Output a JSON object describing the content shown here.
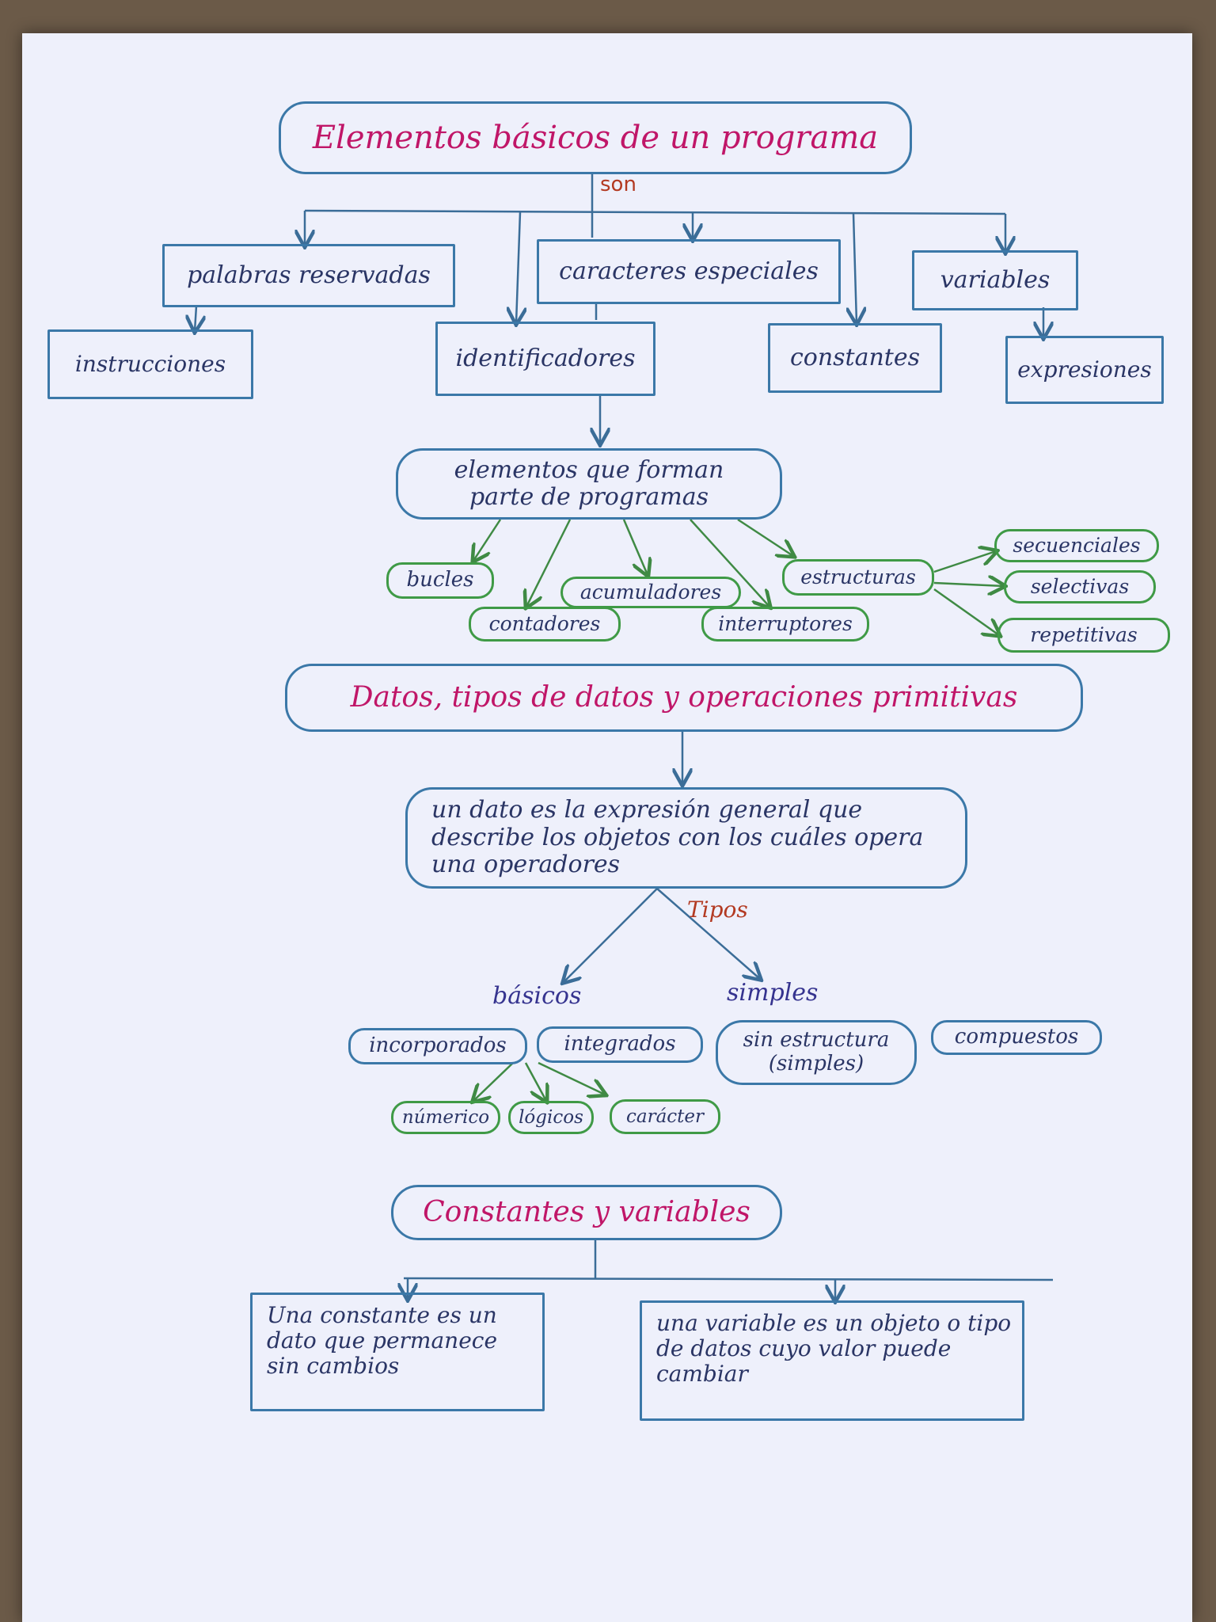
{
  "section1": {
    "title": "Elementos básicos de un programa",
    "link_label": "son",
    "items": {
      "palabras_reservadas": "palabras reservadas",
      "caracteres_especiales": "caracteres especiales",
      "variables": "variables",
      "instrucciones": "instrucciones",
      "identificadores": "identificadores",
      "constantes": "constantes",
      "expresiones": "expresiones"
    },
    "elementos_box": "elementos que forman parte de programas",
    "subitems": {
      "bucles": "bucles",
      "contadores": "contadores",
      "acumuladores": "acumuladores",
      "interruptores": "interruptores",
      "estructuras": "estructuras"
    },
    "estructuras_tipos": {
      "secuenciales": "secuenciales",
      "selectivas": "selectivas",
      "repetitivas": "repetitivas"
    }
  },
  "section2": {
    "title": "Datos, tipos de datos y operaciones primitivas",
    "definition": "un dato es la expresión general que describe los objetos con los cuáles opera una operadores",
    "link_label": "Tipos",
    "basicos": "básicos",
    "simples": "simples",
    "incorporados": "incorporados",
    "integrados": "integrados",
    "sin_estructura": "sin estructura (simples)",
    "compuestos": "compuestos",
    "numerico": "númerico",
    "logicos": "lógicos",
    "caracter": "carácter"
  },
  "section3": {
    "title": "Constantes y variables",
    "constante_def": "Una constante es un dato que permanece sin cambios",
    "variable_def": "una variable es un objeto o tipo de datos cuyo valor puede cambiar"
  },
  "colors": {
    "title": "#c01668",
    "box_border": "#3b78a8",
    "green_border": "#3f9a46",
    "text": "#2a3565",
    "label": "#b33a22"
  }
}
